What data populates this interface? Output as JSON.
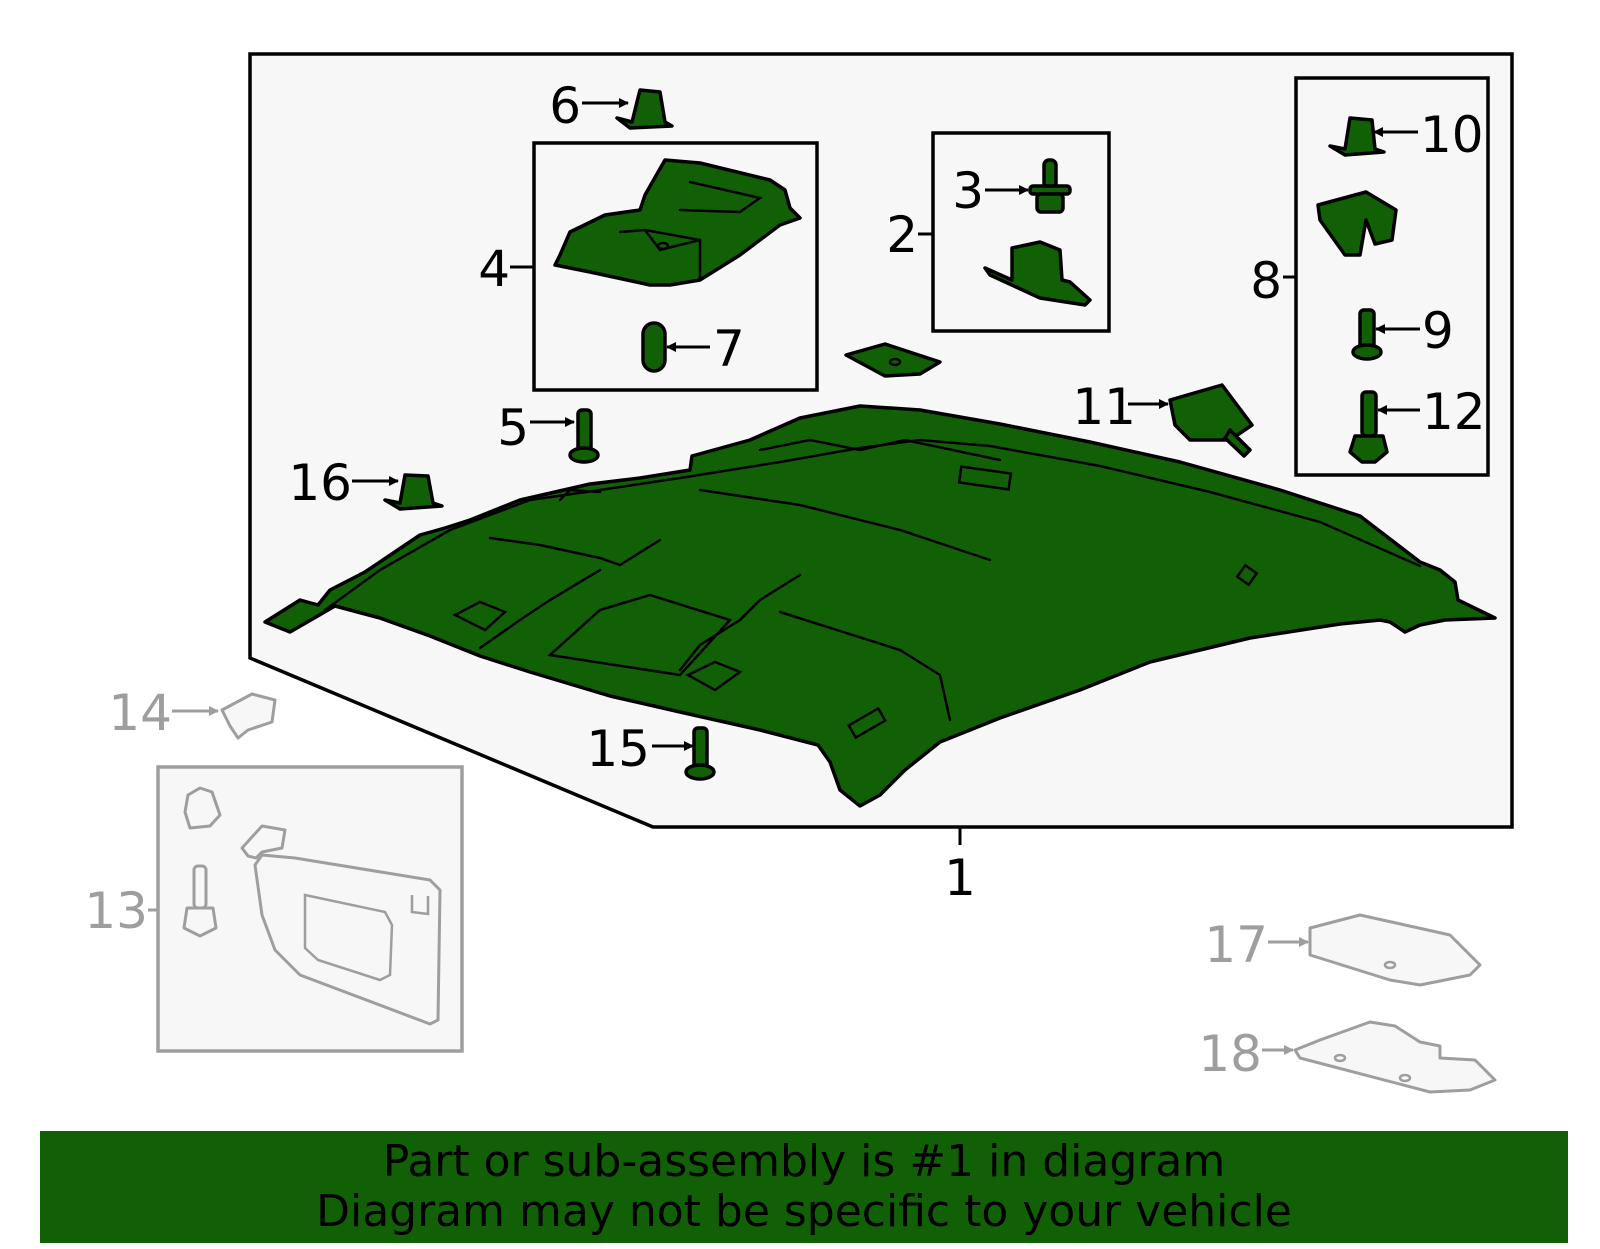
{
  "callouts": [
    "1",
    "2",
    "3",
    "4",
    "5",
    "6",
    "7",
    "8",
    "9",
    "10",
    "11",
    "12",
    "13",
    "14",
    "15",
    "16",
    "17",
    "18"
  ],
  "colors": {
    "highlight": "#116006",
    "outline": "#000000",
    "inactive": "#9e9e9e",
    "panel": "#f7f7f7"
  },
  "banner": {
    "line1": "Part or sub-assembly is #1 in diagram",
    "line2": "Diagram may not be specific to your vehicle"
  }
}
